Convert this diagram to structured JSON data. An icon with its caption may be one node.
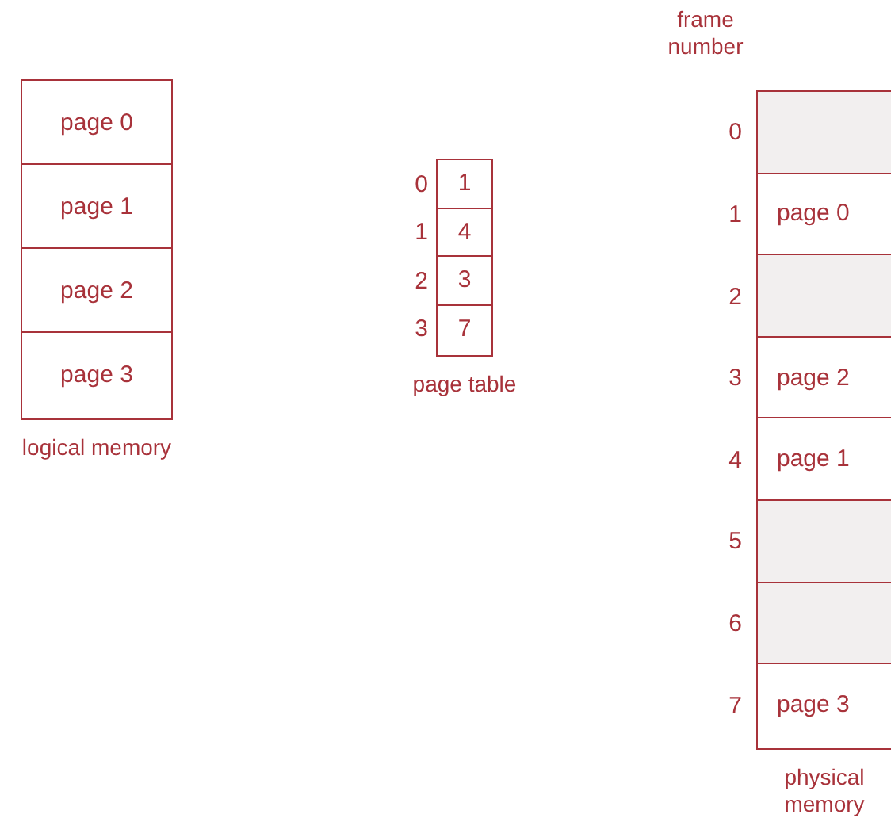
{
  "diagram": {
    "nodes": [
      {
        "text": [
          "logical memory"
        ]
      },
      {
        "text": [
          "page 0"
        ],
        "in": 0
      },
      {
        "text": [
          "page 1"
        ],
        "in": 0
      },
      {
        "text": [
          "page 2"
        ],
        "in": 0
      },
      {
        "text": [
          "page 3"
        ],
        "in": 0
      },
      {
        "text": [
          "page table"
        ]
      },
      {
        "text": [
          "1"
        ],
        "in": 5,
        "beside": [
          "0"
        ]
      },
      {
        "text": [
          "4"
        ],
        "in": 5,
        "beside": [
          "1"
        ]
      },
      {
        "text": [
          "3"
        ],
        "in": 5,
        "beside": [
          "2"
        ]
      },
      {
        "text": [
          "7"
        ],
        "in": 5,
        "beside": [
          "3"
        ]
      },
      {
        "text": [
          "physical memory"
        ]
      },
      {
        "text": [],
        "shape": "box",
        "in": 10,
        "beside": [
          "0"
        ]
      },
      {
        "text": [
          "page 0"
        ],
        "in": 10,
        "beside": [
          "1"
        ]
      },
      {
        "text": [],
        "shape": "box",
        "in": 10,
        "beside": [
          "2"
        ]
      },
      {
        "text": [
          "page 2"
        ],
        "in": 10,
        "beside": [
          "3"
        ]
      },
      {
        "text": [
          "page 1"
        ],
        "in": 10,
        "beside": [
          "4"
        ]
      },
      {
        "text": [],
        "shape": "box",
        "in": 10,
        "beside": [
          "5"
        ]
      },
      {
        "text": [],
        "shape": "box",
        "in": 10,
        "beside": [
          "6"
        ]
      },
      {
        "text": [
          "page 3"
        ],
        "in": 10,
        "beside": [
          "7"
        ]
      }
    ],
    "edges": [],
    "labels": [
      "frame number"
    ]
  }
}
